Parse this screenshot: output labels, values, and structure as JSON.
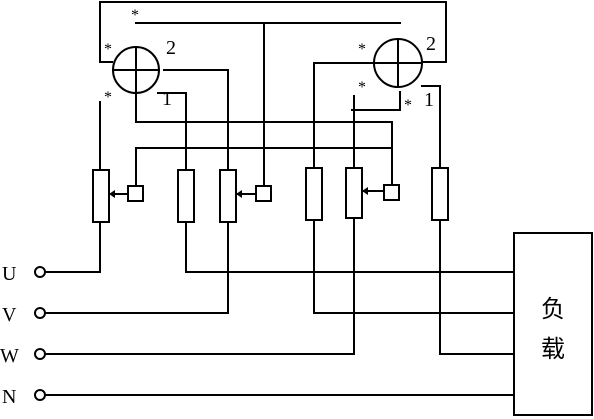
{
  "meters": [
    {
      "name": "left",
      "term1": "1",
      "term2": "2"
    },
    {
      "name": "right",
      "term1": "1",
      "term2": "2"
    }
  ],
  "polarity_mark": "*",
  "phases": {
    "u": "U",
    "v": "V",
    "w": "W",
    "n": "N"
  },
  "load": {
    "line1": "负",
    "line2": "载"
  }
}
